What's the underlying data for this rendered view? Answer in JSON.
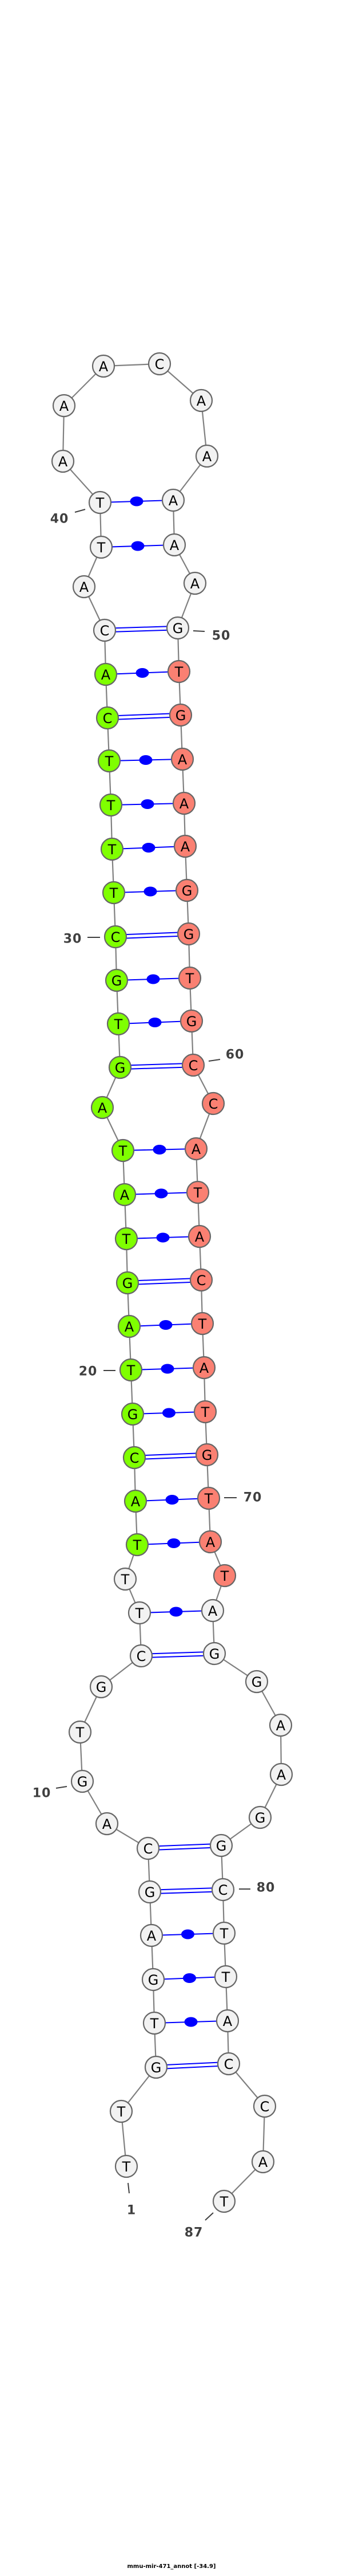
{
  "title": "mmu-mir-471_annot [-34.9]",
  "nucleotides": [
    "T",
    "T",
    "G",
    "T",
    "G",
    "A",
    "G",
    "C",
    "A",
    "G",
    "T",
    "G",
    "C",
    "T",
    "T",
    "T",
    "A",
    "C",
    "G",
    "T",
    "A",
    "G",
    "T",
    "A",
    "T",
    "A",
    "G",
    "T",
    "G",
    "C",
    "T",
    "T",
    "T",
    "T",
    "C",
    "A",
    "C",
    "A",
    "T",
    "T",
    "A",
    "A",
    "A",
    "C",
    "A",
    "A",
    "A",
    "A",
    "A",
    "G",
    "T",
    "G",
    "A",
    "A",
    "A",
    "G",
    "G",
    "T",
    "G",
    "C",
    "C",
    "A",
    "T",
    "A",
    "C",
    "T",
    "A",
    "T",
    "G",
    "T",
    "A",
    "T",
    "A",
    "G",
    "G",
    "A",
    "A",
    "G",
    "G",
    "C",
    "T",
    "T",
    "A",
    "C",
    "C",
    "A",
    "T"
  ],
  "pairs": [
    [
      3,
      84
    ],
    [
      4,
      83
    ],
    [
      5,
      82
    ],
    [
      6,
      81
    ],
    [
      7,
      80
    ],
    [
      8,
      79
    ],
    [
      13,
      74
    ],
    [
      14,
      73
    ],
    [
      16,
      71
    ],
    [
      17,
      70
    ],
    [
      18,
      69
    ],
    [
      19,
      68
    ],
    [
      20,
      67
    ],
    [
      21,
      66
    ],
    [
      22,
      65
    ],
    [
      23,
      64
    ],
    [
      24,
      63
    ],
    [
      25,
      62
    ],
    [
      27,
      60
    ],
    [
      28,
      59
    ],
    [
      29,
      58
    ],
    [
      30,
      57
    ],
    [
      31,
      56
    ],
    [
      32,
      55
    ],
    [
      33,
      54
    ],
    [
      34,
      53
    ],
    [
      35,
      52
    ],
    [
      36,
      51
    ],
    [
      37,
      50
    ],
    [
      39,
      48
    ],
    [
      40,
      47
    ]
  ],
  "regions": [
    {
      "name": "mature-5p",
      "from": 16,
      "to": 36,
      "color": "#7fff00"
    },
    {
      "name": "mature-3p",
      "from": 51,
      "to": 72,
      "color": "#fa8072"
    }
  ],
  "default_fill": "#f2f2f2",
  "position_labels": [
    {
      "index": 1,
      "text": "1"
    },
    {
      "index": 10,
      "text": "10"
    },
    {
      "index": 20,
      "text": "20"
    },
    {
      "index": 30,
      "text": "30"
    },
    {
      "index": 40,
      "text": "40"
    },
    {
      "index": 50,
      "text": "50"
    },
    {
      "index": 60,
      "text": "60"
    },
    {
      "index": 70,
      "text": "70"
    },
    {
      "index": 80,
      "text": "80"
    },
    {
      "index": 87,
      "text": "87"
    }
  ]
}
